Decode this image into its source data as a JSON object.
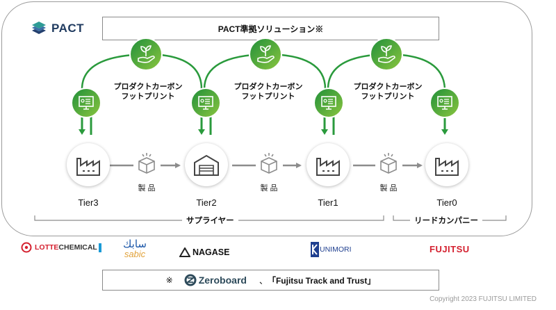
{
  "header": {
    "brand_name": "PACT",
    "title": "PACT準拠ソリューション※"
  },
  "diagram": {
    "cfp_label_line1": "プロダクトカーボン",
    "cfp_label_line2": "フットプリント",
    "product_label": "製 品",
    "tiers": [
      "Tier3",
      "Tier2",
      "Tier1",
      "Tier0"
    ],
    "groups": {
      "supplier": "サプライヤー",
      "lead_company": "リードカンパニー"
    },
    "colors": {
      "accent_green": "#2a9a3c",
      "arrow_gray": "#8c8c8c"
    }
  },
  "companies": {
    "lotte_a": "LOTTE ",
    "lotte_b": "CHEMICAL",
    "sabic_ar": "سابك",
    "sabic": "sabic",
    "nagase": "NAGASE",
    "unimori": "UNIMORI",
    "fujitsu": "FUJITSU"
  },
  "footer": {
    "note_mark": "※",
    "zeroboard": "Zeroboard",
    "separator": "、",
    "fujitsu_track": "「Fujitsu Track and Trust」",
    "copyright": "Copyright 2023 FUJITSU LIMITED"
  }
}
